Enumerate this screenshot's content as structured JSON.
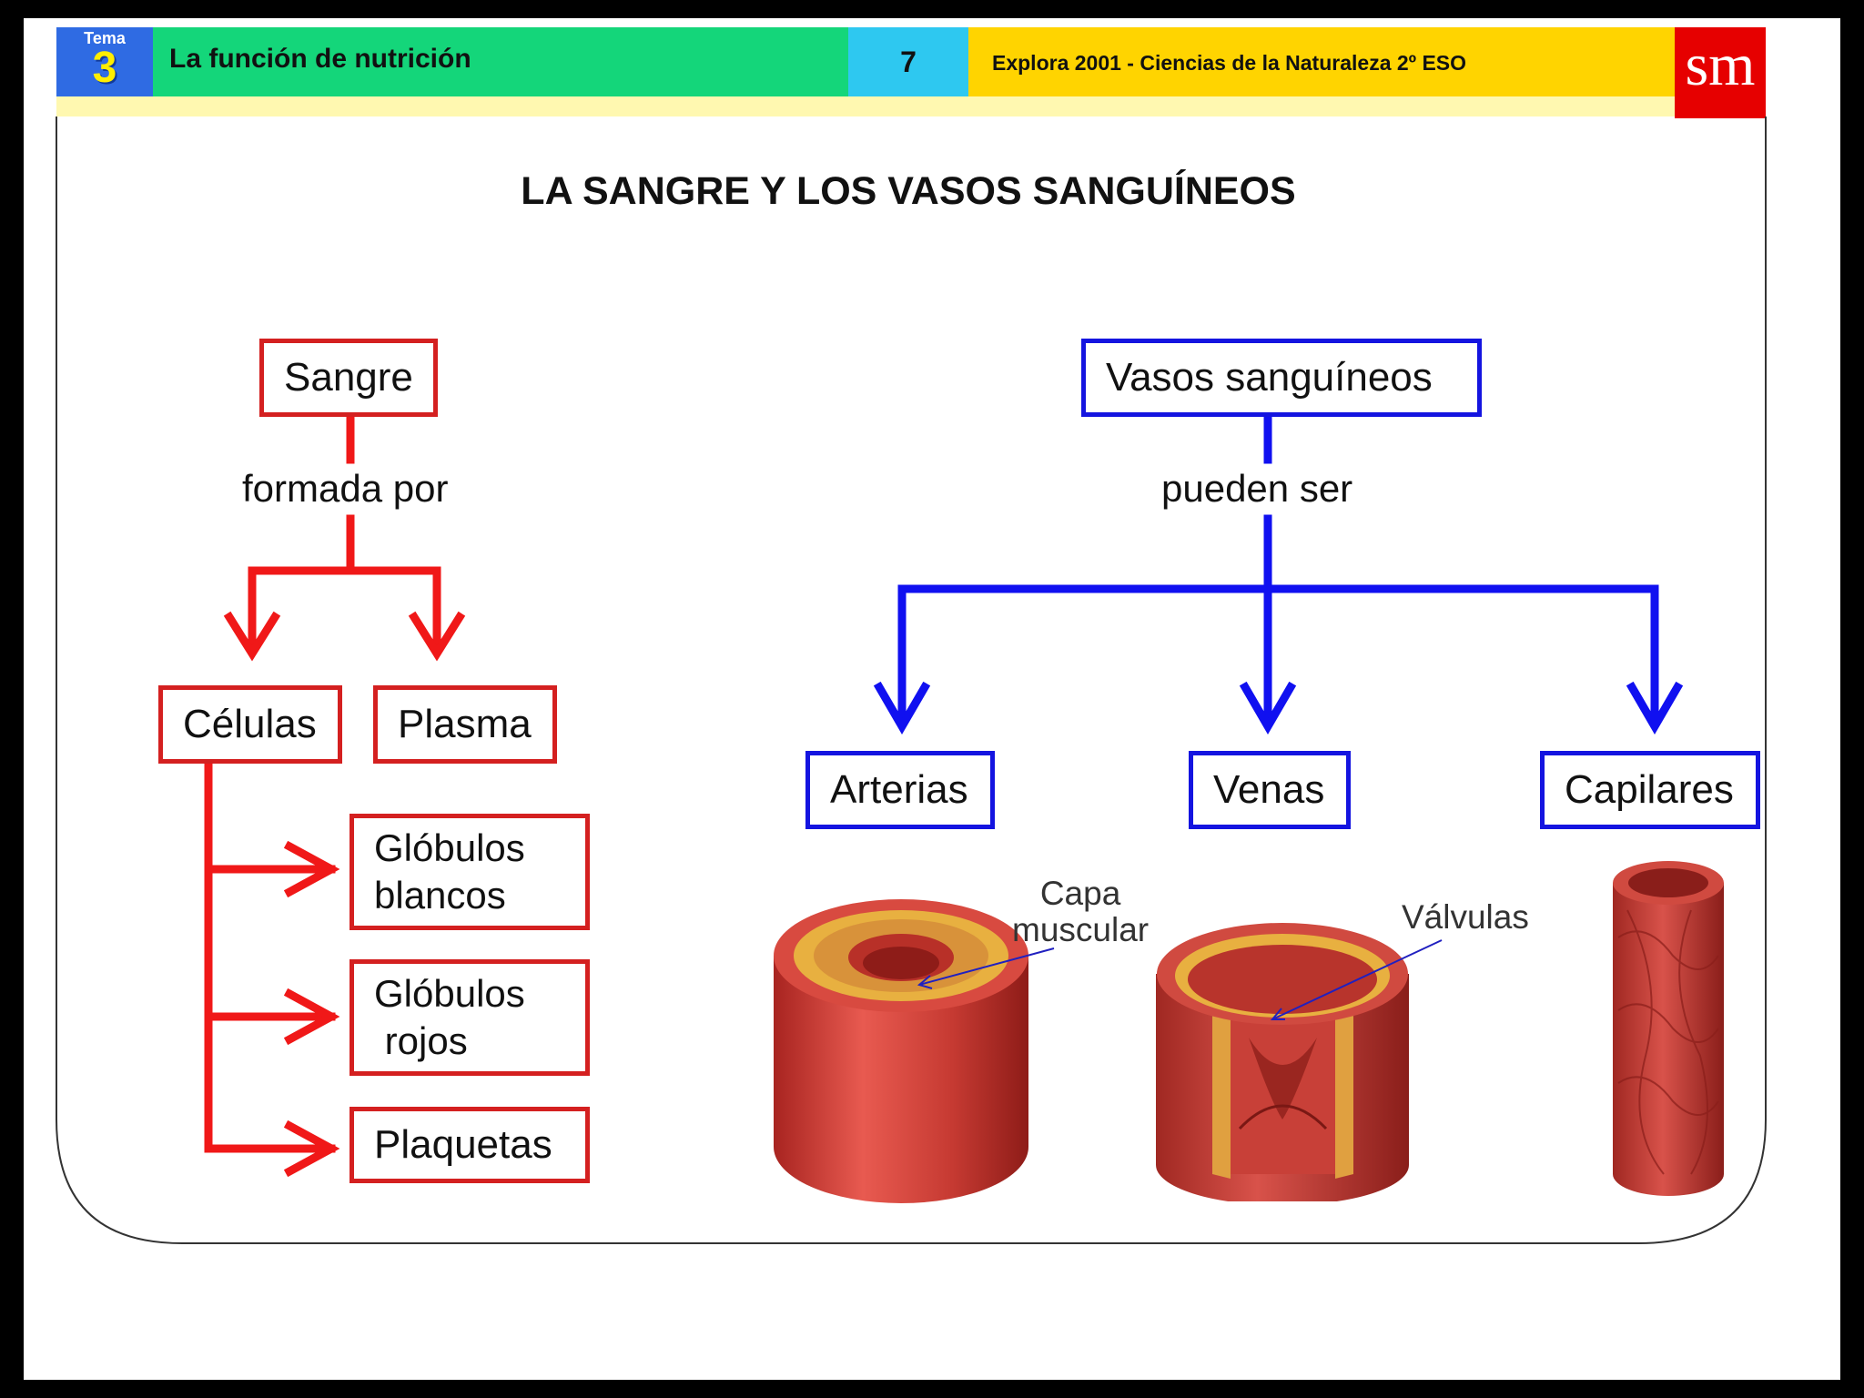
{
  "header": {
    "tema_label": "Tema",
    "tema_number": "3",
    "unit_title": "La función de nutrición",
    "page_number": "7",
    "book_title": "Explora 2001 - Ciencias de la Naturaleza 2º ESO",
    "logo": "sm"
  },
  "title": "LA SANGRE Y LOS VASOS SANGUÍNEOS",
  "blood": {
    "root": "Sangre",
    "connector": "formada por",
    "children": [
      "Células",
      "Plasma"
    ],
    "cells": [
      "Glóbulos\nblancos",
      "Glóbulos\n rojos",
      "Plaquetas"
    ]
  },
  "vessels": {
    "root": "Vasos sanguíneos",
    "connector": "pueden ser",
    "types": [
      "Arterias",
      "Venas",
      "Capilares"
    ],
    "labels": {
      "artery_layer": "Capa\nmuscular",
      "vein_valves": "Válvulas"
    }
  },
  "colors": {
    "red": "#d42020",
    "blue": "#1414e0",
    "vessel_red": "#c8302c",
    "vessel_yellow": "#e8b040"
  }
}
